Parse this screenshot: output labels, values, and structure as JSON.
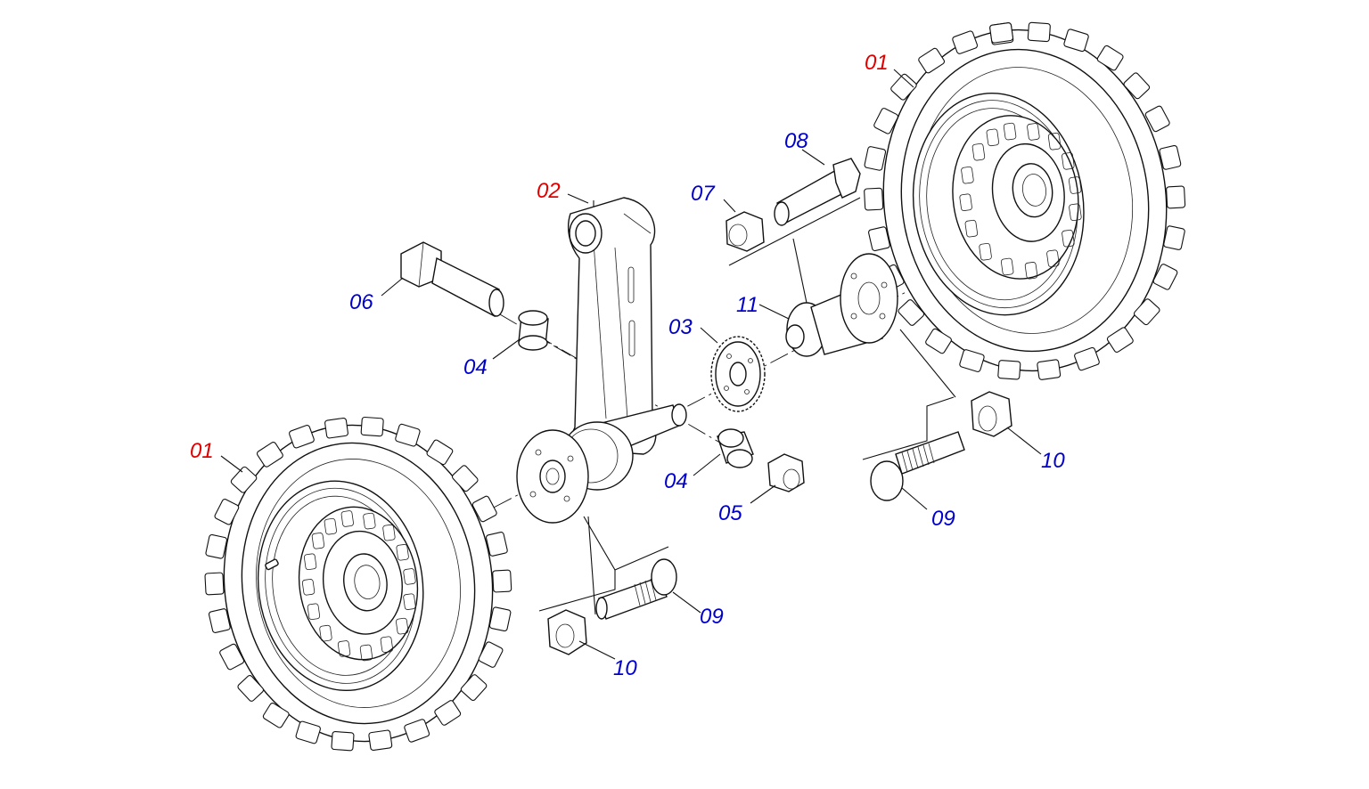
{
  "labels": {
    "wheel_right": "01",
    "wheel_left": "01",
    "arm": "02",
    "sprocket": "03",
    "spacer_upper": "04",
    "spacer_lower": "04",
    "nut_05": "05",
    "bolt_06": "06",
    "nut_07": "07",
    "bolt_08": "08",
    "stud_right": "09",
    "stud_left": "09",
    "nut_right": "10",
    "nut_left": "10",
    "hub_11": "11"
  },
  "colors": {
    "main_part_label": "#e00000",
    "component_label": "#0000cc",
    "line": "#111111"
  }
}
